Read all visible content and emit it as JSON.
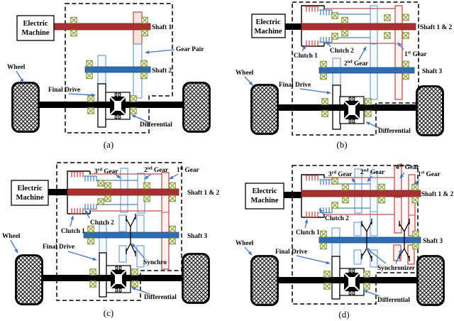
{
  "figure": {
    "type": "diagram",
    "description": "Four schematics (a)-(d) of electric vehicle transmission layouts with electric machine, shafts, gears, clutches, synchronizers, final drive, differential and wheels",
    "colors": {
      "shaft_red": "#A93030",
      "shaft_blue": "#2E6DB4",
      "gear_outline_red": "#C0504D",
      "gear_outline_blue": "#7FA8D4",
      "bearing_olive": "#8B9A38",
      "arrow_blue": "#4472C4",
      "line_black": "#000000"
    }
  },
  "shared": {
    "electric_machine": [
      "Electric",
      "Machine"
    ],
    "wheel": "Wheel",
    "final_drive": "Final Drive",
    "differential": "Differential",
    "icons": {
      "bearing": "bearing-icon",
      "wheel": "tire-crosshatch-icon",
      "differential": "bevel-gear-icon",
      "clutch": "clutch-plates-icon",
      "fork": "synchronizer-fork-icon",
      "arrow": "pointer-arrow-icon"
    }
  },
  "panels": {
    "a": {
      "caption": "(a)",
      "shaft1": "Shaft 1",
      "shaft2": "Shaft 2",
      "gear_pair": "Gear Pair"
    },
    "b": {
      "caption": "(b)",
      "shaft12": "Shaft 1 & 2",
      "shaft3": "Shaft 3",
      "clutch1": "Clutch 1",
      "clutch2": "Clutch 2",
      "gear1": {
        "base": "1",
        "sup": "st",
        "rest": " Gear"
      },
      "gear2": {
        "base": "2",
        "sup": "nd",
        "rest": " Gear"
      }
    },
    "c": {
      "caption": "(c)",
      "shaft12": "Shaft 1 & 2",
      "shaft3": "Shaft 3",
      "clutch1": "Clutch 1",
      "clutch2": "Clutch 2",
      "synchro": "Synchro",
      "gear1": {
        "base": "1",
        "sup": "st",
        "rest": " Gear"
      },
      "gear2": {
        "base": "2",
        "sup": "nd",
        "rest": " Gear"
      },
      "gear3": {
        "base": "3",
        "sup": "rd",
        "rest": " Gear"
      }
    },
    "d": {
      "caption": "(d)",
      "shaft12": "Shaft 1 & 2",
      "shaft3": "Shaft 3",
      "clutch1": "Clutch 1",
      "clutch2": "Clutch 2",
      "synchronizer": "Synchronizer",
      "gear1": {
        "base": "1",
        "sup": "st",
        "rest": " Gear"
      },
      "gear2": {
        "base": "2",
        "sup": "nd",
        "rest": " Gear"
      },
      "gear3": {
        "base": "3",
        "sup": "rd",
        "rest": " Gear"
      },
      "gear4": {
        "base": "4",
        "sup": "th",
        "rest": " Gear"
      }
    }
  }
}
